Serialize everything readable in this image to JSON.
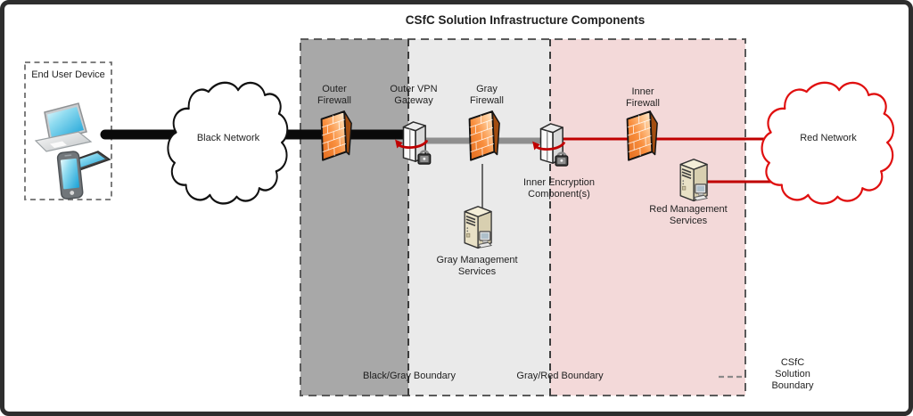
{
  "title": "CSfC Solution Infrastructure Components",
  "colors": {
    "frame": "#2e2e2e",
    "black_zone": "#a8a8a8",
    "gray_zone": "#eaeaea",
    "red_zone": "#f3d9d9",
    "black_line": "#0a0a0a",
    "gray_line": "#8f8f8f",
    "red_line": "#c00000",
    "red_accent": "#e01010",
    "text": "#1f1f1f"
  },
  "end_user_device": {
    "label": "End User Device"
  },
  "networks": {
    "black": {
      "label": "Black Network"
    },
    "red": {
      "label": "Red Network"
    }
  },
  "components": {
    "outer_firewall": {
      "label": "Outer Firewall"
    },
    "outer_vpn_gateway": {
      "label": "Outer VPN Gateway"
    },
    "gray_firewall": {
      "label": "Gray Firewall"
    },
    "inner_encryption": {
      "label": "Inner Encryption Component(s)"
    },
    "inner_firewall": {
      "label": "Inner Firewall"
    },
    "gray_management": {
      "label": "Gray Management Services"
    },
    "red_management": {
      "label": "Red Management Services"
    }
  },
  "boundaries": {
    "black_gray": {
      "label": "Black/Gray Boundary"
    },
    "gray_red": {
      "label": "Gray/Red Boundary"
    },
    "csfc_solution": {
      "label": "CSfC Solution Boundary"
    }
  },
  "icons": {
    "firewall": "orange-brick-wall",
    "vpn_gateway": "server-with-encryption-arrow-and-padlock",
    "inner_encryption": "server-with-encryption-arrow-and-padlock",
    "management_server": "tower-server-with-workstation",
    "end_user_devices": "laptop-tablet-smartphone",
    "network_cloud": "cloud-outline"
  }
}
